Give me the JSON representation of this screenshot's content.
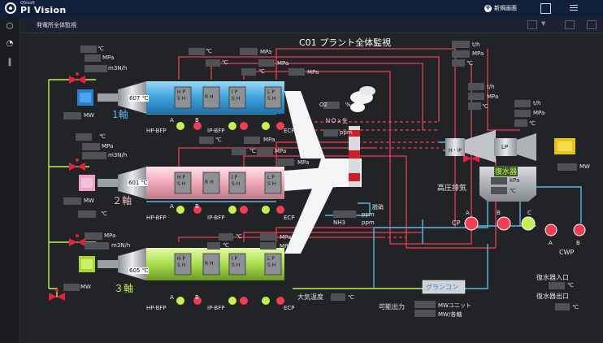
{
  "app": {
    "small_brand": "OSIsoft",
    "name": "PI Vision",
    "new_display": "新規画面"
  },
  "breadcrumb": "発電所全体監視",
  "title": "C01 プラント全体監視",
  "colors": {
    "steam_red": "#ef3d52",
    "water_blue": "#57b6e6",
    "feed_green": "#c6ef52",
    "hrsg1": "#4fb0e6",
    "hrsg2": "#f2b6c2",
    "hrsg3": "#b9e866"
  },
  "units": {
    "celsius": "℃",
    "mpa": "MPa",
    "m3nh": "m3N/h",
    "th": "t/h",
    "mw": "MW",
    "kpa": "kPa",
    "ppm": "ppm",
    "percent": "%"
  },
  "axes": [
    {
      "name": "1軸",
      "temp": "607 ℃"
    },
    {
      "name": "２軸",
      "temp": "601 ℃"
    },
    {
      "name": "３軸",
      "temp": "605 ℃"
    }
  ],
  "hrsg_sections": [
    "H P\nS H",
    "R H",
    "I P\nS H",
    "L P\nS H"
  ],
  "pumps": {
    "hp": "HP-BFP",
    "ip": "IP-BFP",
    "ecp": "ECP",
    "a": "A",
    "b": "B",
    "c": "C"
  },
  "labels": {
    "o2": "O2",
    "nox": "ＮＯｘ生",
    "ammonia": "NH3",
    "denox": "脱硝",
    "hp_exhaust": "高圧排気",
    "condenser": "復水器",
    "cp": "CP",
    "cwp": "CWP",
    "atm_temp": "大気温度",
    "available": "可能出力",
    "mw_unit": "MWユニット",
    "mw_each": "MW/各軸",
    "cond_in": "復水器入口",
    "cond_out": "復水器出口",
    "gland": "グランコン",
    "hip": "H・IP",
    "lp": "LP"
  }
}
